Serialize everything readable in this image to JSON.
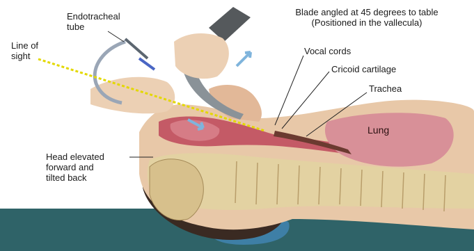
{
  "labels": {
    "endotracheal_tube": [
      "Endotracheal",
      "tube"
    ],
    "line_of_sight": [
      "Line of",
      "sight"
    ],
    "blade": [
      "Blade angled at 45 degrees to table",
      "(Positioned in the vallecula)"
    ],
    "vocal_cords": "Vocal cords",
    "cricoid_cartilage": "Cricoid cartilage",
    "trachea": "Trachea",
    "lung": "Lung",
    "head": [
      "Head elevated",
      "forward and",
      "tilted back"
    ]
  },
  "colors": {
    "skin": "#e8c8a8",
    "bone": "#e3d2a2",
    "airway": "#c45a66",
    "lung": "#d89098",
    "blade": "#8a9298",
    "sight_line": "#e3d800",
    "pillow": "#3e7fa6",
    "table": "#2f6368",
    "arrow": "#7fb4dc"
  }
}
